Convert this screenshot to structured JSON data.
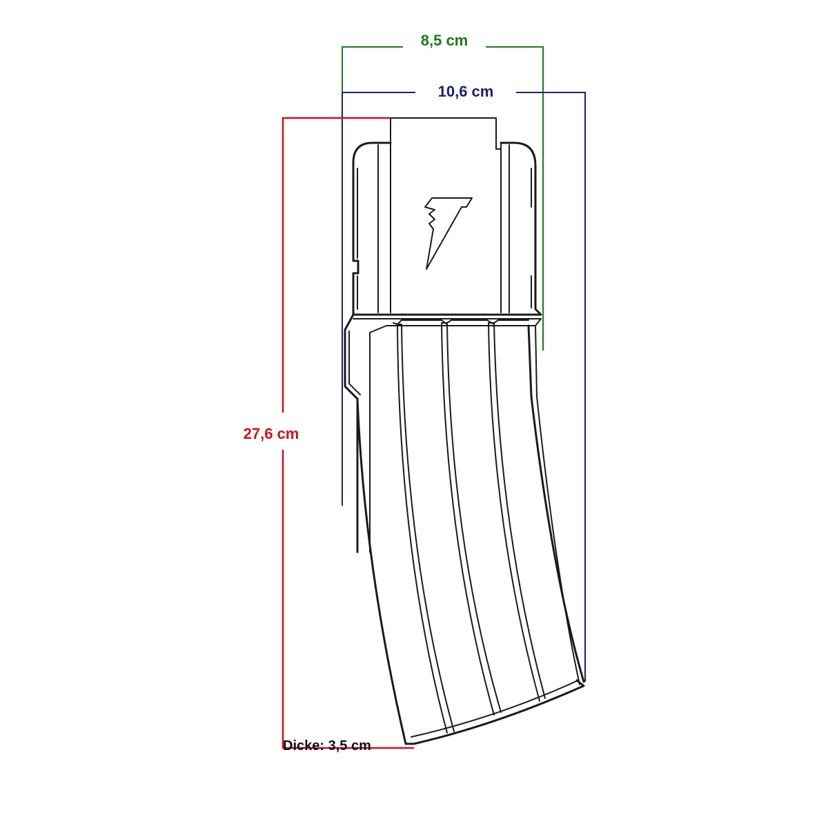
{
  "dimensions": {
    "width_inner": {
      "label": "8,5 cm",
      "color": "#1a7a1a"
    },
    "width_outer": {
      "label": "10,6 cm",
      "color": "#1a1f6e"
    },
    "height": {
      "label": "27,6 cm",
      "color": "#d0101a"
    }
  },
  "thickness_note": "Dicke: 3,5 cm",
  "colors": {
    "outline": "#1a1a1a",
    "background": "#ffffff"
  },
  "icons": {
    "logo": "lightning-bolt-logo"
  }
}
